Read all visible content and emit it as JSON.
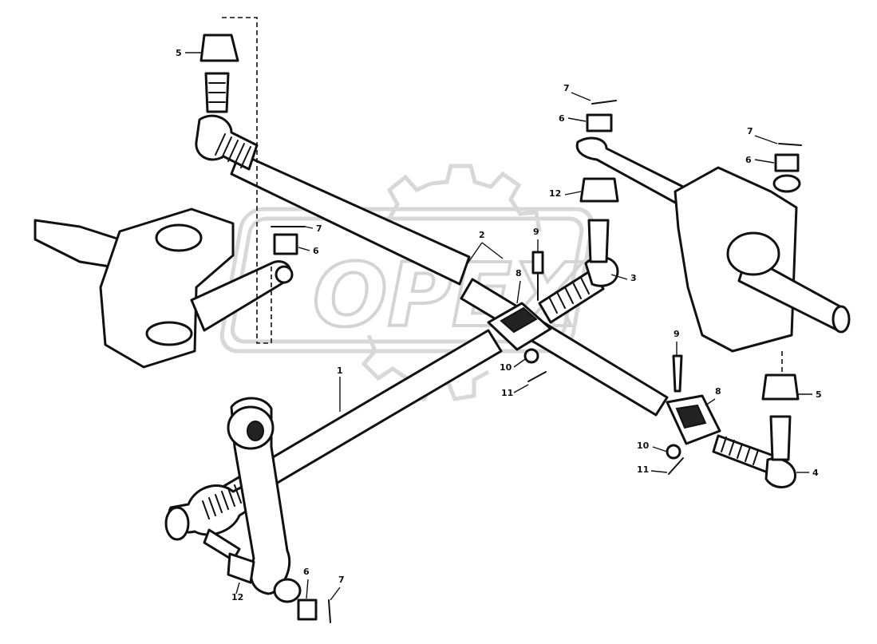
{
  "diagram": {
    "watermark_text": "OPEX",
    "colors": {
      "line": "#111111",
      "watermark": "#d6d6d6",
      "background": "#ffffff"
    },
    "callouts": [
      {
        "id": "c1",
        "label": "1"
      },
      {
        "id": "c2",
        "label": "2"
      },
      {
        "id": "c3",
        "label": "3"
      },
      {
        "id": "c4",
        "label": "4"
      },
      {
        "id": "c5a",
        "label": "5"
      },
      {
        "id": "c5b",
        "label": "5"
      },
      {
        "id": "c6a",
        "label": "6"
      },
      {
        "id": "c6b",
        "label": "6"
      },
      {
        "id": "c6c",
        "label": "6"
      },
      {
        "id": "c6d",
        "label": "6"
      },
      {
        "id": "c7a",
        "label": "7"
      },
      {
        "id": "c7b",
        "label": "7"
      },
      {
        "id": "c7c",
        "label": "7"
      },
      {
        "id": "c7d",
        "label": "7"
      },
      {
        "id": "c8a",
        "label": "8"
      },
      {
        "id": "c8b",
        "label": "8"
      },
      {
        "id": "c9a",
        "label": "9"
      },
      {
        "id": "c9b",
        "label": "9"
      },
      {
        "id": "c10a",
        "label": "10"
      },
      {
        "id": "c10b",
        "label": "10"
      },
      {
        "id": "c11a",
        "label": "11"
      },
      {
        "id": "c11b",
        "label": "11"
      },
      {
        "id": "c12a",
        "label": "12"
      },
      {
        "id": "c12b",
        "label": "12"
      }
    ]
  }
}
